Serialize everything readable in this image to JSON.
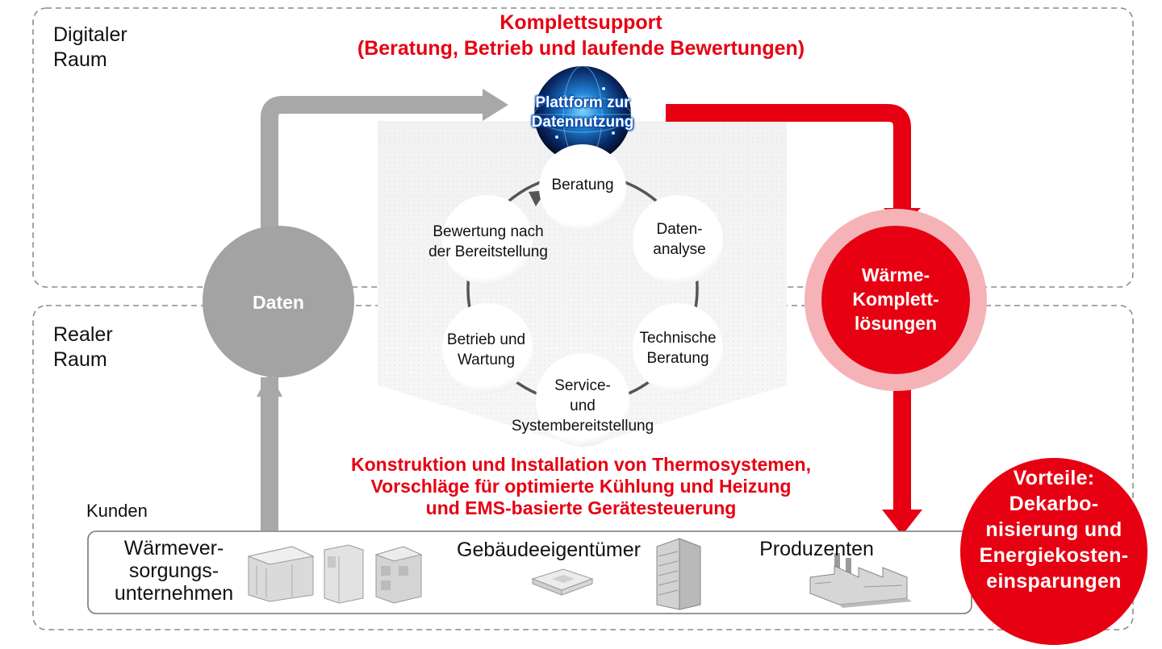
{
  "zones": {
    "digital": {
      "line1": "Digitaler",
      "line2": "Raum"
    },
    "real": {
      "line1": "Realer",
      "line2": "Raum"
    }
  },
  "top_title": {
    "line1": "Komplettsupport",
    "line2": "(Beratung, Betrieb und laufende Bewertungen)"
  },
  "platform": {
    "line1": "Plattform zur",
    "line2": "Datennutzung"
  },
  "data_circle": {
    "label": "Daten"
  },
  "cycle": {
    "beratung": "Beratung",
    "datenanalyse": {
      "line1": "Daten-",
      "line2": "analyse"
    },
    "technische": {
      "line1": "Technische",
      "line2": "Beratung"
    },
    "service": {
      "line1": "Service-",
      "line2": "und",
      "line3": "Systembereitstellung"
    },
    "betrieb": {
      "line1": "Betrieb und",
      "line2": "Wartung"
    },
    "bewertung": {
      "line1": "Bewertung nach",
      "line2": "der Bereitstellung"
    }
  },
  "waerme": {
    "line1": "Wärme-",
    "line2": "Komplett-",
    "line3": "lösungen"
  },
  "construction": {
    "line1": "Konstruktion und Installation von Thermosystemen,",
    "line2": "Vorschläge für optimierte Kühlung und Heizung",
    "line3": "und EMS-basierte Gerätesteuerung"
  },
  "customers": {
    "title": "Kunden",
    "utilities": {
      "line1": "Wärmever-",
      "line2": "sorgungs-",
      "line3": "unternehmen"
    },
    "owners": "Gebäudeeigentümer",
    "producers": "Produzenten"
  },
  "benefits": {
    "line1": "Vorteile:",
    "line2": "Dekarbo-",
    "line3": "nisierung und",
    "line4": "Energiekosten-",
    "line5": "einsparungen"
  },
  "colors": {
    "accent_red": "#e60012",
    "gray_arrow": "#a8a8a8",
    "data_gray": "#a3a3a3",
    "halo_pink": "#f5b3b7"
  }
}
